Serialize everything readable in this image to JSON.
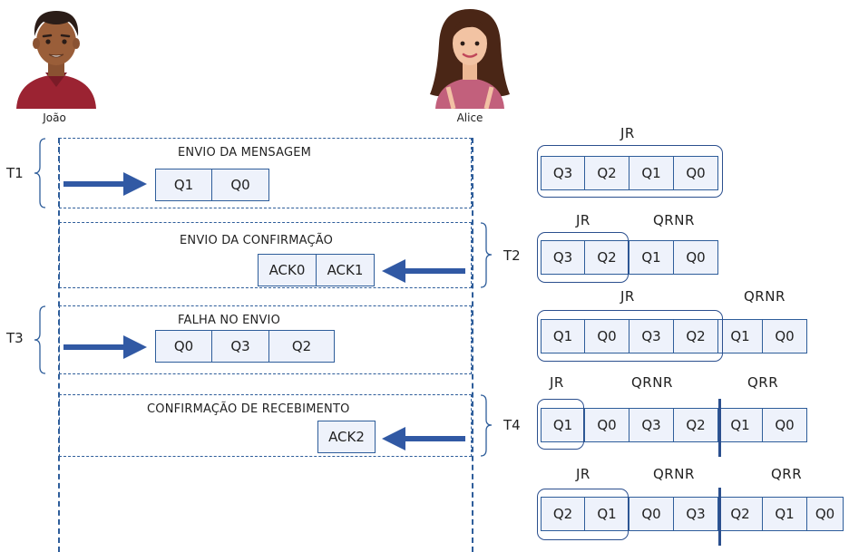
{
  "people": {
    "left": "João",
    "right": "Alice"
  },
  "timeline": {
    "sections": [
      {
        "label": "T1",
        "title": "ENVIO DA MENSAGEM",
        "cells": [
          "Q1",
          "Q0"
        ],
        "direction": "right"
      },
      {
        "label": "T2",
        "title": "ENVIO DA CONFIRMAÇÃO",
        "cells": [
          "ACK0",
          "ACK1"
        ],
        "direction": "left"
      },
      {
        "label": "T3",
        "title": "FALHA NO ENVIO",
        "cells": [
          "Q0",
          "Q3",
          "Q2"
        ],
        "direction": "right"
      },
      {
        "label": "T4",
        "title": "CONFIRMAÇÃO DE RECEBIMENTO",
        "cells": [
          "ACK2"
        ],
        "direction": "left"
      }
    ]
  },
  "queues": [
    {
      "cells": [
        "Q3",
        "Q2",
        "Q1",
        "Q0"
      ],
      "labels": [
        "JR"
      ]
    },
    {
      "cells": [
        "Q3",
        "Q2",
        "Q1",
        "Q0"
      ],
      "labels": [
        "JR",
        "QRNR"
      ]
    },
    {
      "cells": [
        "Q1",
        "Q0",
        "Q3",
        "Q2",
        "Q1",
        "Q0"
      ],
      "labels": [
        "JR",
        "QRNR"
      ]
    },
    {
      "cells": [
        "Q1",
        "Q0",
        "Q3",
        "Q2",
        "Q1",
        "Q0"
      ],
      "labels": [
        "JR",
        "QRNR",
        "QRR"
      ]
    },
    {
      "cells": [
        "Q2",
        "Q1",
        "Q0",
        "Q3",
        "Q2",
        "Q1",
        "Q0"
      ],
      "labels": [
        "JR",
        "QRNR",
        "QRR"
      ]
    }
  ],
  "colors": {
    "arrow": "#3159a4",
    "border": "#2e5d9a",
    "cell_fill": "#eef2fb",
    "window": "#2b4f8e"
  }
}
